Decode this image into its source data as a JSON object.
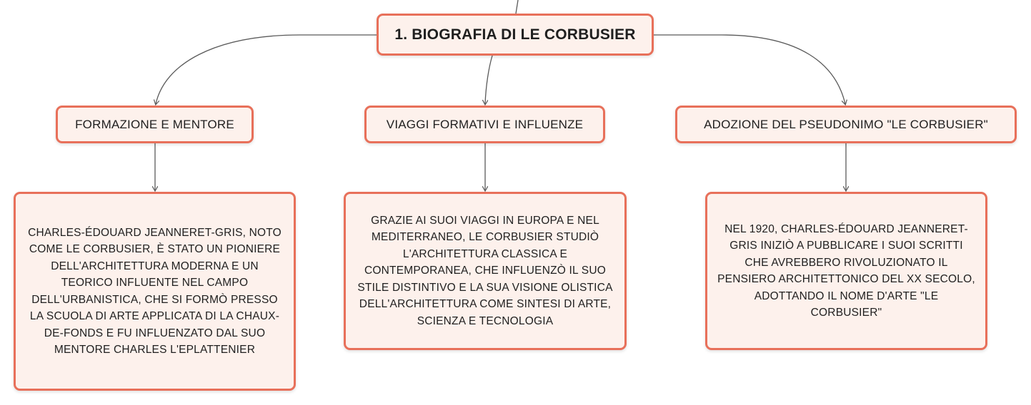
{
  "colors": {
    "node_border": "#e8705a",
    "node_fill": "#fdf1ec",
    "connector": "#5a5a5a",
    "text": "#1f1f1f"
  },
  "root": {
    "label": "1. BIOGRAFIA DI LE CORBUSIER"
  },
  "topics": [
    {
      "label": "FORMAZIONE E MENTORE",
      "detail_lines": [
        "CHARLES-ÉDOUARD JEANNERET-GRIS, NOTO",
        "COME LE CORBUSIER, È STATO UN PIONIERE",
        "DELL'ARCHITETTURA MODERNA E UN",
        "TEORICO INFLUENTE NEL CAMPO",
        "DELL'URBANISTICA, CHE SI FORMÒ PRESSO",
        "LA SCUOLA DI ARTE APPLICATA DI LA CHAUX-",
        "DE-FONDS E FU INFLUENZATO DAL SUO",
        "MENTORE CHARLES L'EPLATTENIER"
      ]
    },
    {
      "label": "VIAGGI FORMATIVI E INFLUENZE",
      "detail_lines": [
        "GRAZIE AI SUOI VIAGGI IN EUROPA E NEL",
        "MEDITERRANEO, LE CORBUSIER STUDIÒ",
        "L'ARCHITETTURA CLASSICA E",
        "CONTEMPORANEA, CHE INFLUENZÒ IL SUO",
        "STILE DISTINTIVO E LA SUA VISIONE OLISTICA",
        "DELL'ARCHITETTURA COME SINTESI DI ARTE,",
        "SCIENZA E TECNOLOGIA"
      ]
    },
    {
      "label": "ADOZIONE DEL PSEUDONIMO \"LE CORBUSIER\"",
      "detail_lines": [
        "NEL 1920, CHARLES-ÉDOUARD JEANNERET-",
        "GRIS INIZIÒ A PUBBLICARE I SUOI SCRITTI",
        "CHE AVREBBERO RIVOLUZIONATO IL",
        "PENSIERO ARCHITETTONICO DEL XX SECOLO,",
        "ADOTTANDO IL NOME D'ARTE \"LE",
        "CORBUSIER\""
      ]
    }
  ]
}
